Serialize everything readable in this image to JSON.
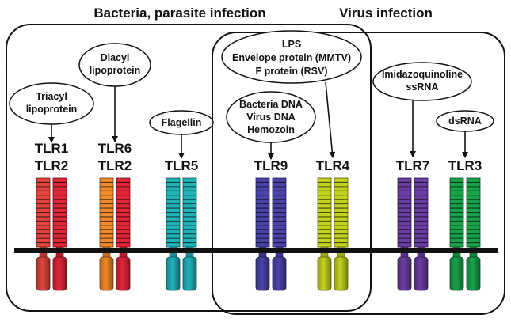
{
  "groups": {
    "bacteria_title": "Bacteria, parasite infection",
    "virus_title": "Virus infection"
  },
  "ligands": [
    {
      "id": "triacyl",
      "lines": [
        "Triacyl",
        "lipoprotein"
      ]
    },
    {
      "id": "diacyl",
      "lines": [
        "Diacyl",
        "lipoprotein"
      ]
    },
    {
      "id": "flagellin",
      "lines": [
        "Flagellin"
      ]
    },
    {
      "id": "lps",
      "lines": [
        "LPS",
        "Envelope protein (MMTV)",
        "F protein (RSV)"
      ]
    },
    {
      "id": "dna",
      "lines": [
        "Bacteria DNA",
        "Virus DNA",
        "Hemozoin"
      ]
    },
    {
      "id": "imidazo",
      "lines": [
        "Imidazoquinoline",
        "ssRNA"
      ]
    },
    {
      "id": "dsrna",
      "lines": [
        "dsRNA"
      ]
    }
  ],
  "receptors": [
    {
      "id": "tlr1-tlr2",
      "lines": [
        "TLR1",
        "TLR2"
      ],
      "colors": [
        "#e0463f",
        "#e2263a"
      ]
    },
    {
      "id": "tlr6-tlr2",
      "lines": [
        "TLR6",
        "TLR2"
      ],
      "colors": [
        "#f08a2a",
        "#e2263a"
      ]
    },
    {
      "id": "tlr5",
      "lines": [
        "TLR5"
      ],
      "colors": [
        "#1fb3b8",
        "#1fb3b8"
      ]
    },
    {
      "id": "tlr9",
      "lines": [
        "TLR9"
      ],
      "colors": [
        "#4b43a8",
        "#4b43a8"
      ]
    },
    {
      "id": "tlr4",
      "lines": [
        "TLR4"
      ],
      "colors": [
        "#c4d21e",
        "#c4d21e"
      ]
    },
    {
      "id": "tlr7",
      "lines": [
        "TLR7"
      ],
      "colors": [
        "#6a3fa3",
        "#6a3fa3"
      ]
    },
    {
      "id": "tlr3",
      "lines": [
        "TLR3"
      ],
      "colors": [
        "#18a24a",
        "#18a24a"
      ]
    }
  ]
}
